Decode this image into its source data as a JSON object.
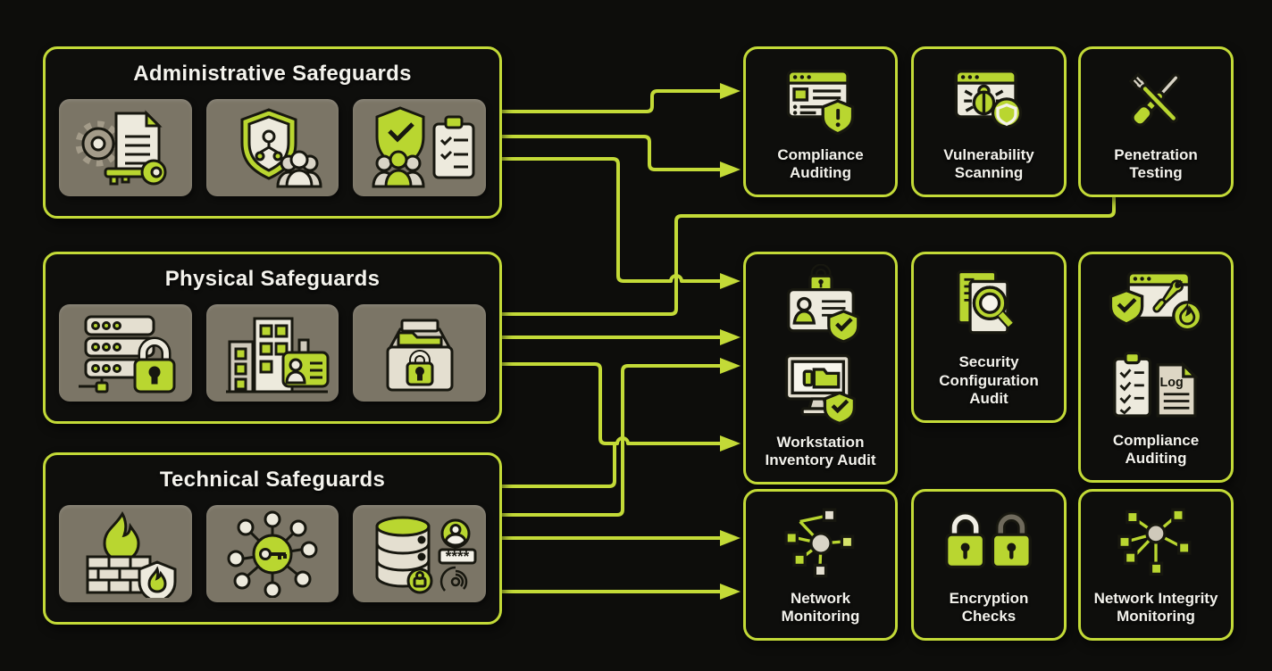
{
  "diagram": {
    "colors": {
      "lime": "#c3da37",
      "lime_fill": "#b9d630",
      "background": "#0d0d0b",
      "tile": "#7b7566",
      "cream": "#edeadd",
      "text": "#f3f2ec"
    },
    "left_groups": [
      {
        "title": "Administrative Safeguards",
        "tiles": [
          {
            "icon": "gear-document-key-icon"
          },
          {
            "icon": "shield-team-icon"
          },
          {
            "icon": "shield-check-clipboard-team-icon"
          }
        ]
      },
      {
        "title": "Physical Safeguards",
        "tiles": [
          {
            "icon": "server-rack-lock-icon"
          },
          {
            "icon": "building-id-badge-icon"
          },
          {
            "icon": "file-cabinet-lock-icon"
          }
        ]
      },
      {
        "title": "Technical Safeguards",
        "tiles": [
          {
            "icon": "firewall-flame-shield-icon"
          },
          {
            "icon": "encryption-key-network-icon"
          },
          {
            "icon": "database-authentication-icon"
          }
        ]
      }
    ],
    "right_nodes": [
      {
        "label": "Compliance Auditing",
        "icon": "browser-shield-alert-icon"
      },
      {
        "label": "Vulnerability Scanning",
        "icon": "browser-bug-shield-icon"
      },
      {
        "label": "Penetration Testing",
        "icon": "crossed-tools-icon"
      },
      {
        "label": "Workstation Inventory Audit",
        "icons": [
          "id-card-lock-shield-icon",
          "monitor-folder-shield-icon"
        ]
      },
      {
        "label": "Security Configuration Audit",
        "icon": "documents-magnifier-icon"
      },
      {
        "label": "Compliance Auditing",
        "icons": [
          "browser-shield-check-wrench-icon",
          "clipboard-checklist-log-icon"
        ]
      },
      {
        "label": "Network Monitoring",
        "icon": "network-nodes-icon"
      },
      {
        "label": "Encryption Checks",
        "icon": "two-padlocks-icon"
      },
      {
        "label": "Network Integrity Monitoring",
        "icon": "network-integrity-nodes-icon"
      }
    ],
    "log_label": "Log",
    "password_mask": "****"
  }
}
